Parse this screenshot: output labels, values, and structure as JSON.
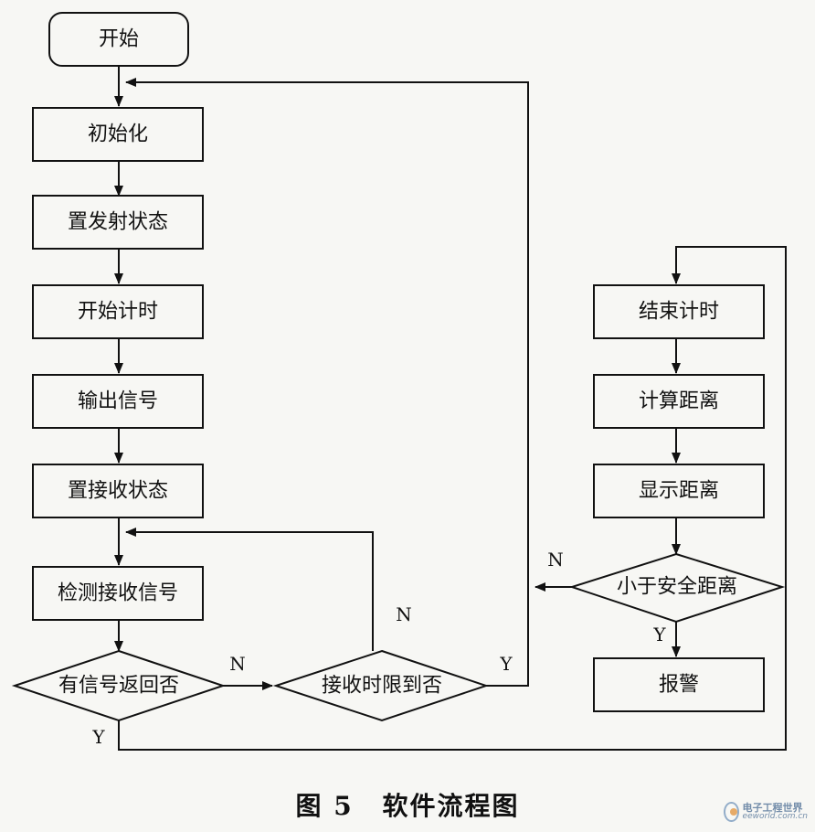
{
  "nodes": {
    "start": "开始",
    "init": "初始化",
    "set_tx": "置发射状态",
    "start_timer": "开始计时",
    "output_signal": "输出信号",
    "set_rx": "置接收状态",
    "detect_signal": "检测接收信号",
    "signal_returned": "有信号返回否",
    "timeout": "接收时限到否",
    "stop_timer": "结束计时",
    "calc_distance": "计算距离",
    "show_distance": "显示距离",
    "less_than_safe": "小于安全距离",
    "alarm": "报警"
  },
  "edges": {
    "signal_no": "N",
    "signal_yes": "Y",
    "timeout_no": "N",
    "timeout_yes": "Y",
    "safe_no": "N",
    "safe_yes": "Y"
  },
  "caption": {
    "fig_no": "图 5",
    "title": "软件流程图"
  },
  "watermark": {
    "cn": "电子工程世界",
    "en": "eeworld.com.cn"
  }
}
